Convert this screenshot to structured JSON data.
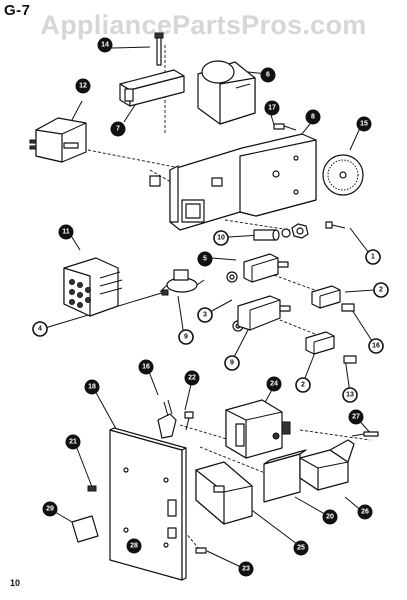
{
  "page_label": "G-7",
  "watermark": "AppliancePartsPros.com",
  "page_number": "10",
  "callouts": [
    "14",
    "6",
    "12",
    "17",
    "8",
    "15",
    "7",
    "1",
    "11",
    "10",
    "5",
    "2",
    "4",
    "9",
    "3",
    "16",
    "13",
    "18",
    "22",
    "24",
    "27",
    "21",
    "29",
    "28",
    "20",
    "26",
    "23",
    "25"
  ]
}
